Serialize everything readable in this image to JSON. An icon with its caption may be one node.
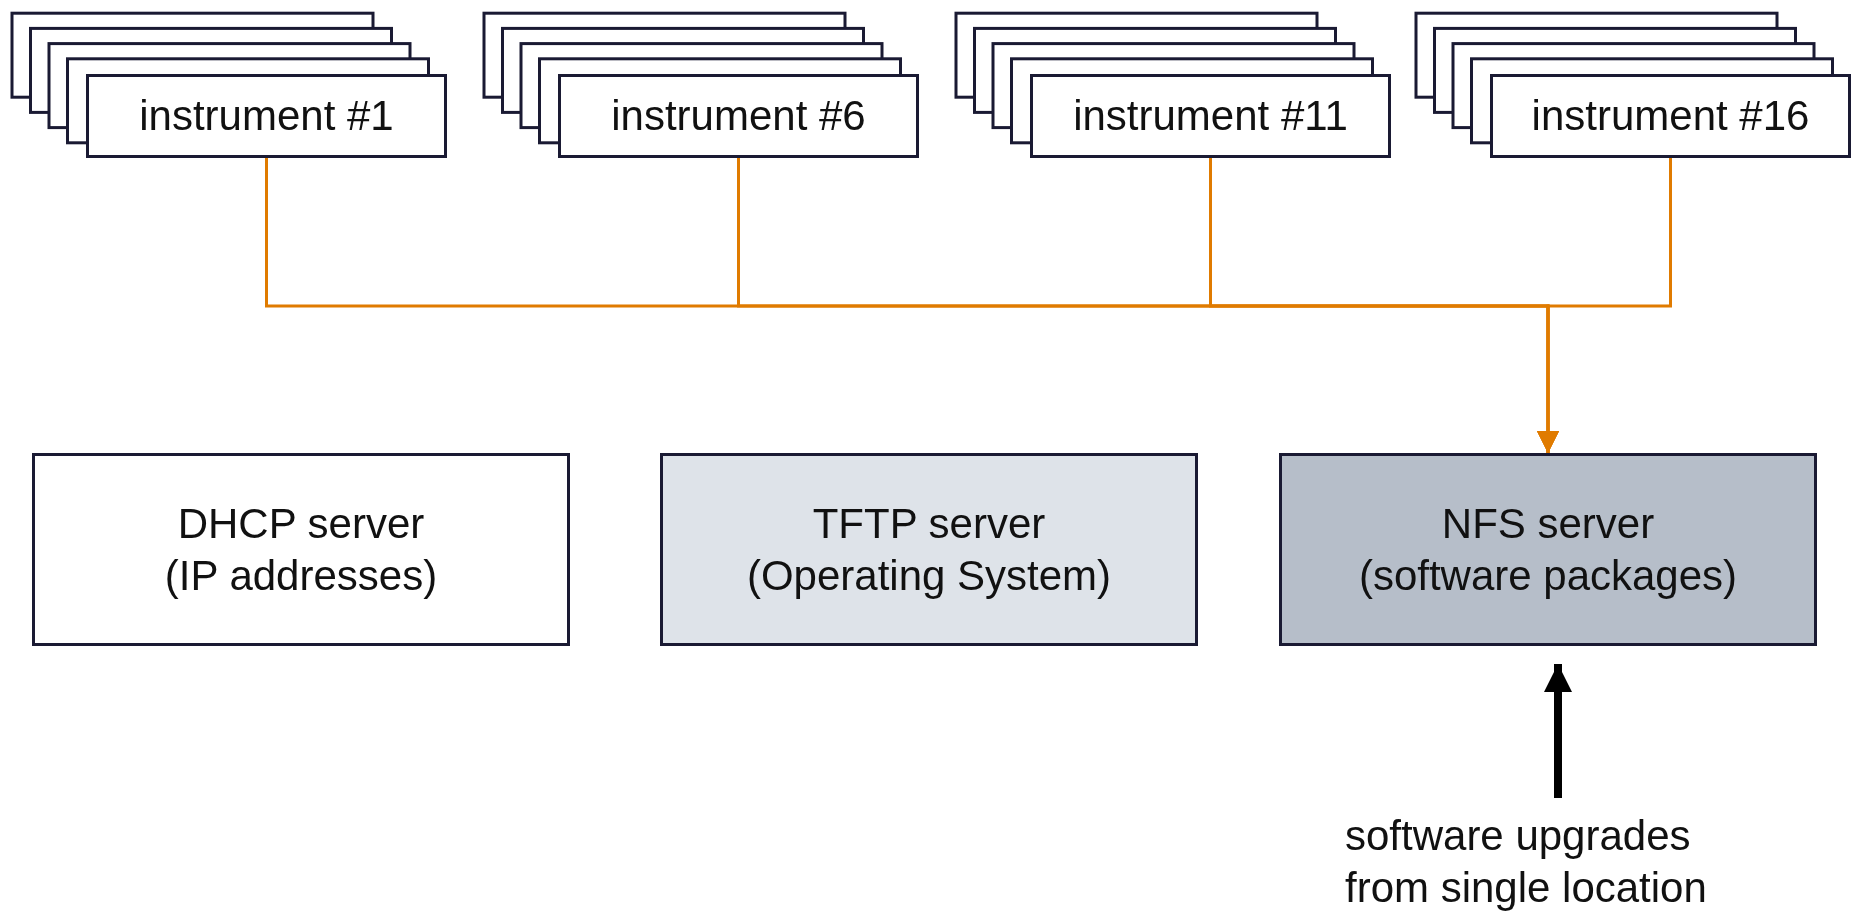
{
  "diagram": {
    "nodes": [
      {
        "text": [
          "instrument #1"
        ]
      },
      {
        "text": [
          "instrument #6"
        ]
      },
      {
        "text": [
          "instrument #11"
        ]
      },
      {
        "text": [
          "instrument #16"
        ]
      },
      {
        "text": [
          "DHCP server",
          "(IP addresses)"
        ]
      },
      {
        "text": [
          "TFTP server",
          "(Operating System)"
        ]
      },
      {
        "text": [
          "NFS server",
          "(software packages)"
        ]
      },
      {
        "text": [
          "software upgrades from single location"
        ]
      }
    ],
    "edges": [
      {
        "from": 0,
        "to": 6,
        "arrow": "to"
      },
      {
        "from": 1,
        "to": 6,
        "arrow": "to"
      },
      {
        "from": 2,
        "to": 6,
        "arrow": "to"
      },
      {
        "from": 3,
        "to": 6,
        "arrow": "to"
      },
      {
        "from": 7,
        "to": 6,
        "arrow": "to",
        "style": "thick",
        "color": "#000000"
      }
    ]
  }
}
